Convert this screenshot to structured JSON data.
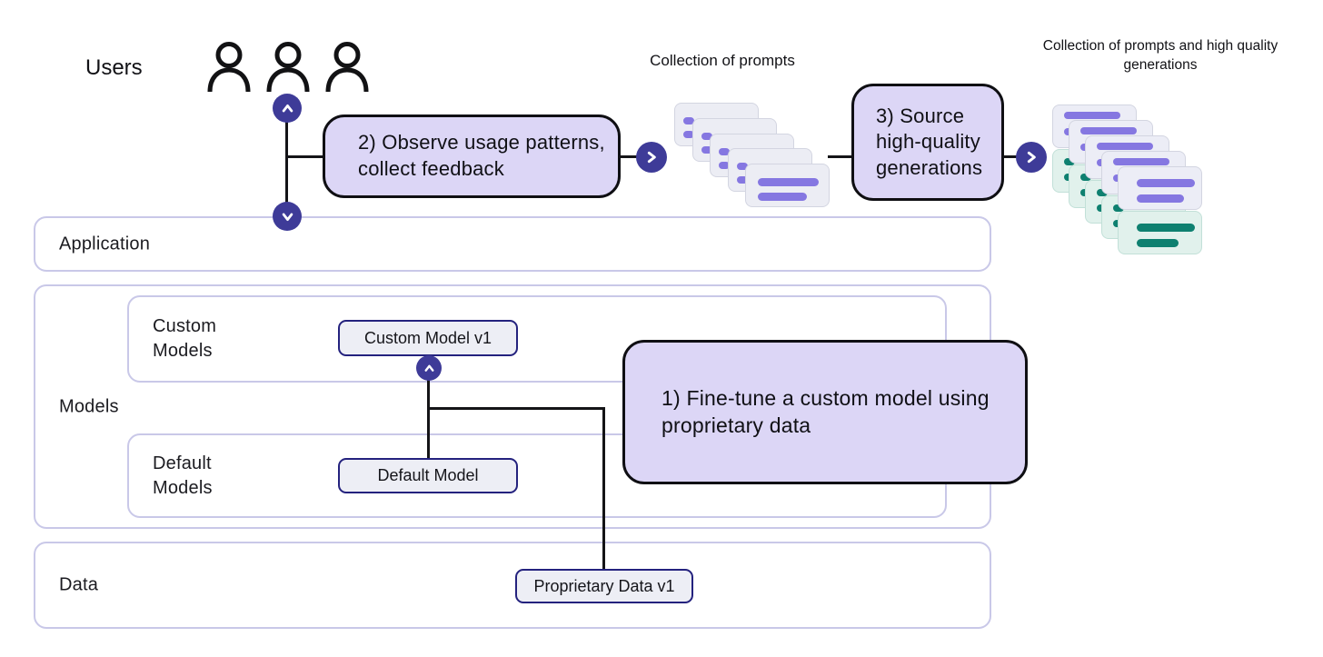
{
  "users": {
    "label": "Users"
  },
  "captions": {
    "prompts": "Collection of prompts",
    "prompts_and_generations": "Collection of prompts and high quality generations"
  },
  "steps": {
    "step1": "1) Fine-tune a custom model using proprietary data",
    "step2": "2) Observe usage patterns, collect feedback",
    "step3": "3) Source high-quality generations"
  },
  "containers": {
    "application": "Application",
    "models": "Models",
    "custom_models": "Custom Models",
    "default_models": "Default Models",
    "data": "Data"
  },
  "nodes": {
    "custom_model": "Custom Model v1",
    "default_model": "Default Model",
    "proprietary_data": "Proprietary Data v1"
  },
  "icons": {
    "person": "person-icon",
    "chevron_up": "chevron-up-icon",
    "chevron_down": "chevron-down-icon",
    "chevron_right": "chevron-right-icon"
  },
  "colors": {
    "accent_indigo": "#3e3b98",
    "step_fill": "#dcd6f6",
    "step_border": "#0f0f13",
    "node_border": "#24227e",
    "node_fill": "#edeef5",
    "container_border": "#c9c8e8",
    "card_fill": "#ecedf4",
    "card_border": "#d3d5e1",
    "prompt_bar": "#8577e1",
    "generation_fill": "#e1f1ec",
    "generation_bar": "#0e8070",
    "connector": "#141417"
  }
}
